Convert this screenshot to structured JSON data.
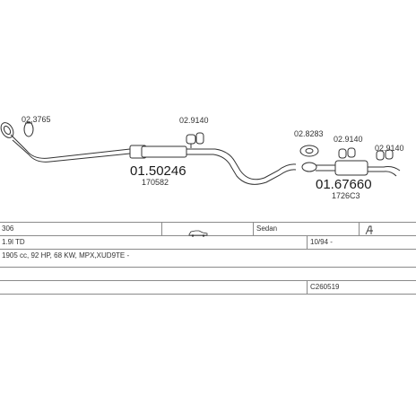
{
  "diagram": {
    "parts": [
      {
        "id": "clamp-left",
        "code": "02.3765"
      },
      {
        "id": "front-pipe-silencer",
        "code": "01.50246",
        "ref": "170582"
      },
      {
        "id": "hanger-mid",
        "code": "02.9140"
      },
      {
        "id": "gasket",
        "code": "02.8283"
      },
      {
        "id": "hanger-rear-1",
        "code": "02.9140"
      },
      {
        "id": "rear-muffler",
        "code": "01.67660",
        "ref": "1726C3"
      },
      {
        "id": "hanger-rear-2",
        "code": "02.9140"
      }
    ]
  },
  "spec": {
    "model": "306",
    "body": "Sedan",
    "engine": "1.9l TD",
    "date": "10/94 -",
    "details": "1905 cc, 92 HP, 68 KW, MPX,XUD9TE -",
    "catalog_no": "C260519"
  },
  "icons": {
    "car": "car-side-icon",
    "steering": "steering-side-icon"
  }
}
